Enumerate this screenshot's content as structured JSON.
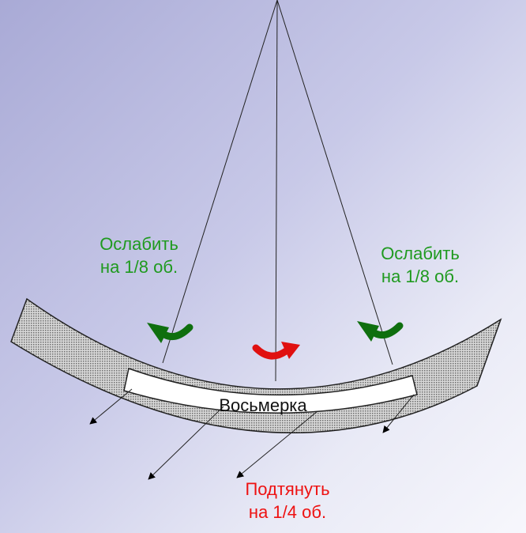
{
  "labels": {
    "loosen_left_line1": "Ослабить",
    "loosen_left_line2": "на 1/8 об.",
    "loosen_right_line1": "Ослабить",
    "loosen_right_line2": "на 1/8 об.",
    "center": "Восьмерка",
    "tighten_line1": "Подтянуть",
    "tighten_line2": "на 1/4 об."
  },
  "colors": {
    "loosen": "#1f9a1f",
    "loosen_arrow": "#0f6f0f",
    "tighten": "#ee1111",
    "tighten_arrow": "#e01010"
  }
}
